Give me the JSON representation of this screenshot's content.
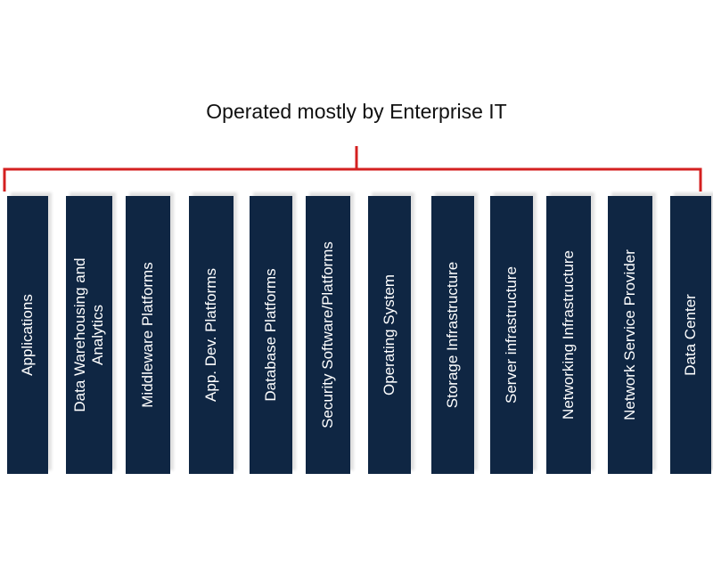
{
  "title": "Operated mostly by Enterprise IT",
  "bracket_color": "#d42020",
  "column_color": "#0f2643",
  "columns": [
    {
      "label": "Applications"
    },
    {
      "label": "Data Warehousing and Analytics"
    },
    {
      "label": "Middleware Platforms"
    },
    {
      "label": "App. Dev. Platforms"
    },
    {
      "label": "Database Platforms"
    },
    {
      "label": "Security Software/Platforms"
    },
    {
      "label": "Operating System"
    },
    {
      "label": "Storage Infrastructure"
    },
    {
      "label": "Server infrastructure"
    },
    {
      "label": "Networking Infrastructure"
    },
    {
      "label": "Network Service Provider"
    },
    {
      "label": "Data Center"
    }
  ]
}
